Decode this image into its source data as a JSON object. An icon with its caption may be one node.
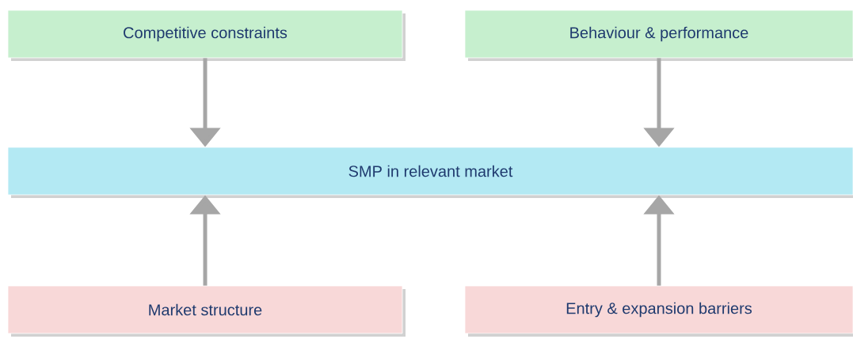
{
  "diagram": {
    "nodes": [
      {
        "text": [
          "Competitive constraints"
        ]
      },
      {
        "text": [
          "Behaviour & performance"
        ]
      },
      {
        "text": [
          "SMP in relevant market"
        ]
      },
      {
        "text": [
          "Market structure"
        ]
      },
      {
        "text": [
          "Entry & expansion barriers"
        ]
      }
    ],
    "edges": [
      {
        "from": 0,
        "to": 2,
        "arrow": "to"
      },
      {
        "from": 1,
        "to": 2,
        "arrow": "to"
      },
      {
        "from": 3,
        "to": 2,
        "arrow": "to"
      },
      {
        "from": 4,
        "to": 2,
        "arrow": "to"
      }
    ]
  }
}
